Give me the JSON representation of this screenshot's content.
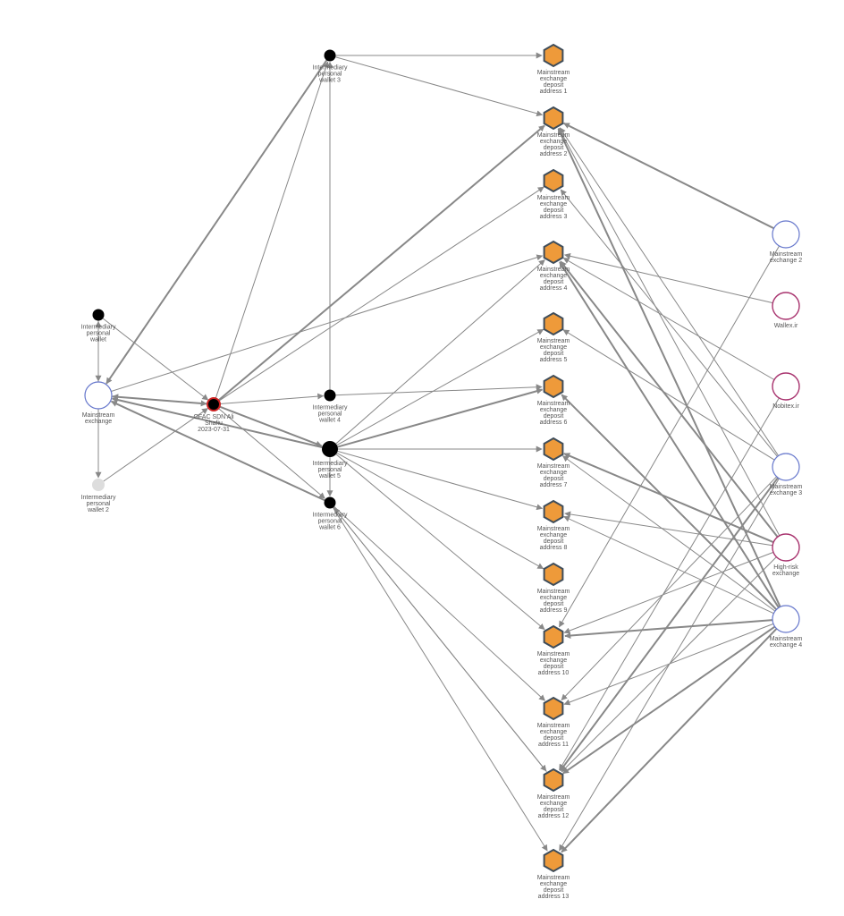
{
  "colors": {
    "edge": "#888888",
    "deposit_fill": "#ee9a3a",
    "deposit_stroke": "#3f4d5a",
    "exchange_stroke": "#6677cc",
    "highrisk_stroke": "#a8336e",
    "sanctioned_stroke": "#cc2222",
    "wallet_fill": "#000000",
    "inactive_fill": "#dddddd"
  },
  "nodes": [
    {
      "id": "ofac",
      "kind": "sanctioned",
      "label": [
        "OFAC SDN Ali",
        "Shafiu",
        "2023-07-31"
      ]
    },
    {
      "id": "me",
      "kind": "exchange",
      "label": [
        "Mainstream",
        "exchange"
      ]
    },
    {
      "id": "ipw",
      "kind": "wallet",
      "label": [
        "Intermediary",
        "personal",
        "wallet"
      ]
    },
    {
      "id": "ipw2",
      "kind": "inactive",
      "label": [
        "Intermediary",
        "personal",
        "wallet 2"
      ]
    },
    {
      "id": "ipw3",
      "kind": "wallet",
      "label": [
        "Intermediary",
        "personal",
        "wallet 3"
      ]
    },
    {
      "id": "ipw4",
      "kind": "wallet",
      "label": [
        "Intermediary",
        "personal",
        "wallet 4"
      ]
    },
    {
      "id": "ipw5",
      "kind": "wallet",
      "label": [
        "Intermediary",
        "personal",
        "wallet 5"
      ]
    },
    {
      "id": "ipw6",
      "kind": "wallet",
      "label": [
        "Intermediary",
        "personal",
        "wallet 6"
      ]
    },
    {
      "id": "d1",
      "kind": "deposit",
      "label": [
        "Mainstream",
        "exchange",
        "deposit",
        "address 1"
      ]
    },
    {
      "id": "d2",
      "kind": "deposit",
      "label": [
        "Mainstream",
        "exchange",
        "deposit",
        "address 2"
      ]
    },
    {
      "id": "d3",
      "kind": "deposit",
      "label": [
        "Mainstream",
        "exchange",
        "deposit",
        "address 3"
      ]
    },
    {
      "id": "d4",
      "kind": "deposit",
      "label": [
        "Mainstream",
        "exchange",
        "deposit",
        "address 4"
      ]
    },
    {
      "id": "d5",
      "kind": "deposit",
      "label": [
        "Mainstream",
        "exchange",
        "deposit",
        "address 5"
      ]
    },
    {
      "id": "d6",
      "kind": "deposit",
      "label": [
        "Mainstream",
        "exchange",
        "deposit",
        "address 6"
      ]
    },
    {
      "id": "d7",
      "kind": "deposit",
      "label": [
        "Mainstream",
        "exchange",
        "deposit",
        "address 7"
      ]
    },
    {
      "id": "d8",
      "kind": "deposit",
      "label": [
        "Mainstream",
        "exchange",
        "deposit",
        "address 8"
      ]
    },
    {
      "id": "d9",
      "kind": "deposit",
      "label": [
        "Mainstream",
        "exchange",
        "deposit",
        "address 9"
      ]
    },
    {
      "id": "d10",
      "kind": "deposit",
      "label": [
        "Mainstream",
        "exchange",
        "deposit",
        "address 10"
      ]
    },
    {
      "id": "d11",
      "kind": "deposit",
      "label": [
        "Mainstream",
        "exchange",
        "deposit",
        "address 11"
      ]
    },
    {
      "id": "d12",
      "kind": "deposit",
      "label": [
        "Mainstream",
        "exchange",
        "deposit",
        "address 12"
      ]
    },
    {
      "id": "d13",
      "kind": "deposit",
      "label": [
        "Mainstream",
        "exchange",
        "deposit",
        "address 13"
      ]
    },
    {
      "id": "me2",
      "kind": "exchange",
      "label": [
        "Mainstream",
        "exchange 2"
      ]
    },
    {
      "id": "wallex",
      "kind": "highrisk",
      "label": [
        "Wallex.ir"
      ]
    },
    {
      "id": "nobitex",
      "kind": "highrisk",
      "label": [
        "Nobitex.ir"
      ]
    },
    {
      "id": "me3",
      "kind": "exchange",
      "label": [
        "Mainstream",
        "exchange 3"
      ]
    },
    {
      "id": "hre",
      "kind": "highrisk",
      "label": [
        "High-risk",
        "exchange"
      ]
    },
    {
      "id": "me4",
      "kind": "exchange",
      "label": [
        "Mainstream",
        "exchange 4"
      ]
    }
  ],
  "edges": [
    {
      "from": "ipw",
      "to": "me",
      "weight": 1
    },
    {
      "from": "me",
      "to": "ipw",
      "weight": 1
    },
    {
      "from": "me",
      "to": "ipw2",
      "weight": 1
    },
    {
      "from": "ipw",
      "to": "ofac",
      "weight": 1
    },
    {
      "from": "ipw2",
      "to": "ofac",
      "weight": 1
    },
    {
      "from": "ofac",
      "to": "me",
      "weight": 2
    },
    {
      "from": "me",
      "to": "ofac",
      "weight": 1
    },
    {
      "from": "ipw3",
      "to": "me",
      "weight": 2
    },
    {
      "from": "ofac",
      "to": "ipw3",
      "weight": 1
    },
    {
      "from": "ofac",
      "to": "ipw4",
      "weight": 1
    },
    {
      "from": "ofac",
      "to": "ipw5",
      "weight": 2
    },
    {
      "from": "ofac",
      "to": "ipw6",
      "weight": 1
    },
    {
      "from": "ipw5",
      "to": "me",
      "weight": 2
    },
    {
      "from": "ipw6",
      "to": "me",
      "weight": 2
    },
    {
      "from": "ipw4",
      "to": "ipw3",
      "weight": 1
    },
    {
      "from": "ipw5",
      "to": "ipw6",
      "weight": 1
    },
    {
      "from": "ipw3",
      "to": "d1",
      "weight": 1
    },
    {
      "from": "ipw3",
      "to": "d2",
      "weight": 1
    },
    {
      "from": "ofac",
      "to": "d2",
      "weight": 2
    },
    {
      "from": "ofac",
      "to": "d3",
      "weight": 1
    },
    {
      "from": "me",
      "to": "d4",
      "weight": 1
    },
    {
      "from": "ipw4",
      "to": "d6",
      "weight": 1
    },
    {
      "from": "ipw5",
      "to": "d4",
      "weight": 1
    },
    {
      "from": "ipw5",
      "to": "d5",
      "weight": 1
    },
    {
      "from": "ipw5",
      "to": "d6",
      "weight": 2
    },
    {
      "from": "ipw5",
      "to": "d7",
      "weight": 1
    },
    {
      "from": "ipw5",
      "to": "d8",
      "weight": 1
    },
    {
      "from": "ipw5",
      "to": "d9",
      "weight": 1
    },
    {
      "from": "ipw5",
      "to": "d10",
      "weight": 1
    },
    {
      "from": "ipw6",
      "to": "d11",
      "weight": 1
    },
    {
      "from": "ipw6",
      "to": "d12",
      "weight": 1
    },
    {
      "from": "ipw6",
      "to": "d13",
      "weight": 1
    },
    {
      "from": "d12",
      "to": "ipw6",
      "weight": 1
    },
    {
      "from": "me2",
      "to": "d2",
      "weight": 2
    },
    {
      "from": "me2",
      "to": "d10",
      "weight": 1
    },
    {
      "from": "wallex",
      "to": "d4",
      "weight": 1
    },
    {
      "from": "nobitex",
      "to": "d4",
      "weight": 1
    },
    {
      "from": "nobitex",
      "to": "d12",
      "weight": 1
    },
    {
      "from": "me3",
      "to": "d2",
      "weight": 1
    },
    {
      "from": "me3",
      "to": "d3",
      "weight": 1
    },
    {
      "from": "me3",
      "to": "d5",
      "weight": 1
    },
    {
      "from": "me3",
      "to": "d11",
      "weight": 1
    },
    {
      "from": "me3",
      "to": "d12",
      "weight": 2
    },
    {
      "from": "me3",
      "to": "d13",
      "weight": 1
    },
    {
      "from": "hre",
      "to": "d2",
      "weight": 1
    },
    {
      "from": "hre",
      "to": "d4",
      "weight": 2
    },
    {
      "from": "hre",
      "to": "d7",
      "weight": 2
    },
    {
      "from": "hre",
      "to": "d8",
      "weight": 1
    },
    {
      "from": "hre",
      "to": "d10",
      "weight": 1
    },
    {
      "from": "hre",
      "to": "d12",
      "weight": 1
    },
    {
      "from": "me4",
      "to": "d2",
      "weight": 2
    },
    {
      "from": "me4",
      "to": "d4",
      "weight": 2
    },
    {
      "from": "me4",
      "to": "d6",
      "weight": 2
    },
    {
      "from": "me4",
      "to": "d7",
      "weight": 1
    },
    {
      "from": "me4",
      "to": "d8",
      "weight": 1
    },
    {
      "from": "me4",
      "to": "d10",
      "weight": 2
    },
    {
      "from": "me4",
      "to": "d11",
      "weight": 1
    },
    {
      "from": "me4",
      "to": "d12",
      "weight": 2
    },
    {
      "from": "me4",
      "to": "d13",
      "weight": 2
    }
  ]
}
